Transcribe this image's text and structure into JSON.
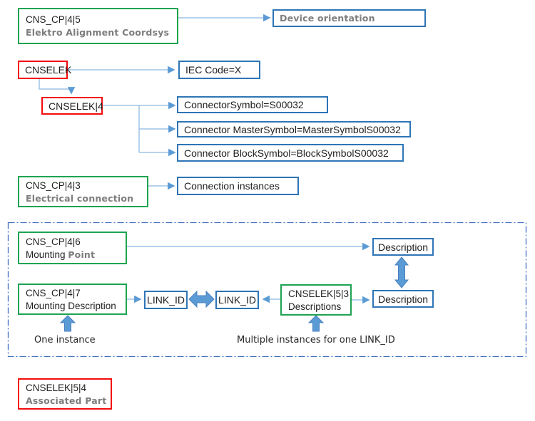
{
  "nodes": {
    "cns_cp_4_5": {
      "line1": "CNS_CP|4|5",
      "line2": "Elektro Alignment Coordsys"
    },
    "device_orientation": {
      "label": "Device orientation"
    },
    "cnselek": {
      "label": "CNSELEK"
    },
    "iec_code": {
      "label": "IEC Code=X"
    },
    "cnselek_4": {
      "label": "CNSELEK|4"
    },
    "connector_symbol": {
      "label": "ConnectorSymbol=S00032"
    },
    "connector_master_symbol": {
      "label": "Connector MasterSymbol=MasterSymbolS00032"
    },
    "connector_block_symbol": {
      "label": "Connector BlockSymbol=BlockSymbolS00032"
    },
    "cns_cp_4_3": {
      "line1": "CNS_CP|4|3",
      "line2": "Electrical connection"
    },
    "connection_instances": {
      "label": "Connection instances"
    },
    "cns_cp_4_6": {
      "line1": "CNS_CP|4|6",
      "line2": "Mounting ",
      "line2_bold": "Point"
    },
    "cns_cp_4_7": {
      "line1": "CNS_CP|4|7",
      "line2": "Mounting Description"
    },
    "link_id_left": {
      "label": "LINK_ID"
    },
    "link_id_right": {
      "label": "LINK_ID"
    },
    "cnselek_5_3": {
      "line1": "CNSELEK|5|3",
      "line2": "Descriptions"
    },
    "description_top": {
      "label": "Description"
    },
    "description_bottom": {
      "label": "Description"
    },
    "cnselek_5_4": {
      "line1": "CNSELEK|5|4",
      "line2": "Associated Part"
    }
  },
  "annotations": {
    "one_instance": "One instance",
    "multiple_instances": "Multiple instances for one LINK_ID"
  },
  "colors": {
    "green_border": "#1ea351",
    "red_border": "#f30b0b",
    "blue_border": "#2e75b6",
    "connector_line": "#9dc3e6",
    "arrowhead": "#5b9bd5",
    "block_arrow_fill": "#5b9bd5",
    "block_arrow_outline": "#4a80c0",
    "dashed_group_border": "#4472c4",
    "grey_text": "#7d7d7d",
    "black_text": "#1f1f1f"
  }
}
